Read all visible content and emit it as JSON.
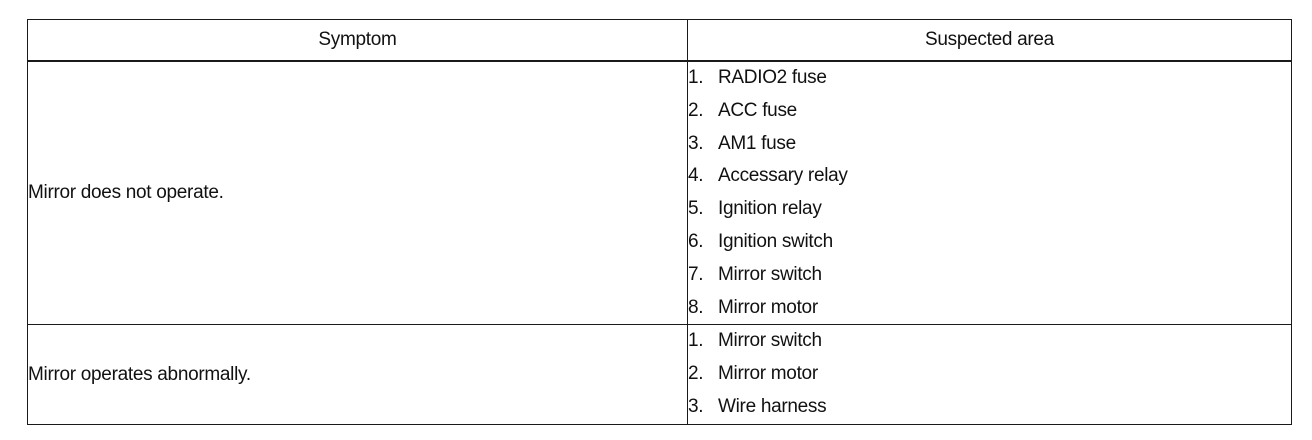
{
  "table": {
    "headers": {
      "symptom": "Symptom",
      "suspected_area": "Suspected area"
    },
    "rows": [
      {
        "symptom": "Mirror does not operate.",
        "areas": [
          {
            "num": "1.",
            "text": "RADIO2 fuse"
          },
          {
            "num": "2.",
            "text": "ACC fuse"
          },
          {
            "num": "3.",
            "text": "AM1 fuse"
          },
          {
            "num": "4.",
            "text": "Accessary relay"
          },
          {
            "num": "5.",
            "text": "Ignition relay"
          },
          {
            "num": "6.",
            "text": "Ignition switch"
          },
          {
            "num": "7.",
            "text": "Mirror switch"
          },
          {
            "num": "8.",
            "text": "Mirror motor"
          }
        ]
      },
      {
        "symptom": "Mirror operates abnormally.",
        "areas": [
          {
            "num": "1.",
            "text": "Mirror switch"
          },
          {
            "num": "2.",
            "text": "Mirror motor"
          },
          {
            "num": "3.",
            "text": "Wire harness"
          }
        ]
      }
    ]
  }
}
